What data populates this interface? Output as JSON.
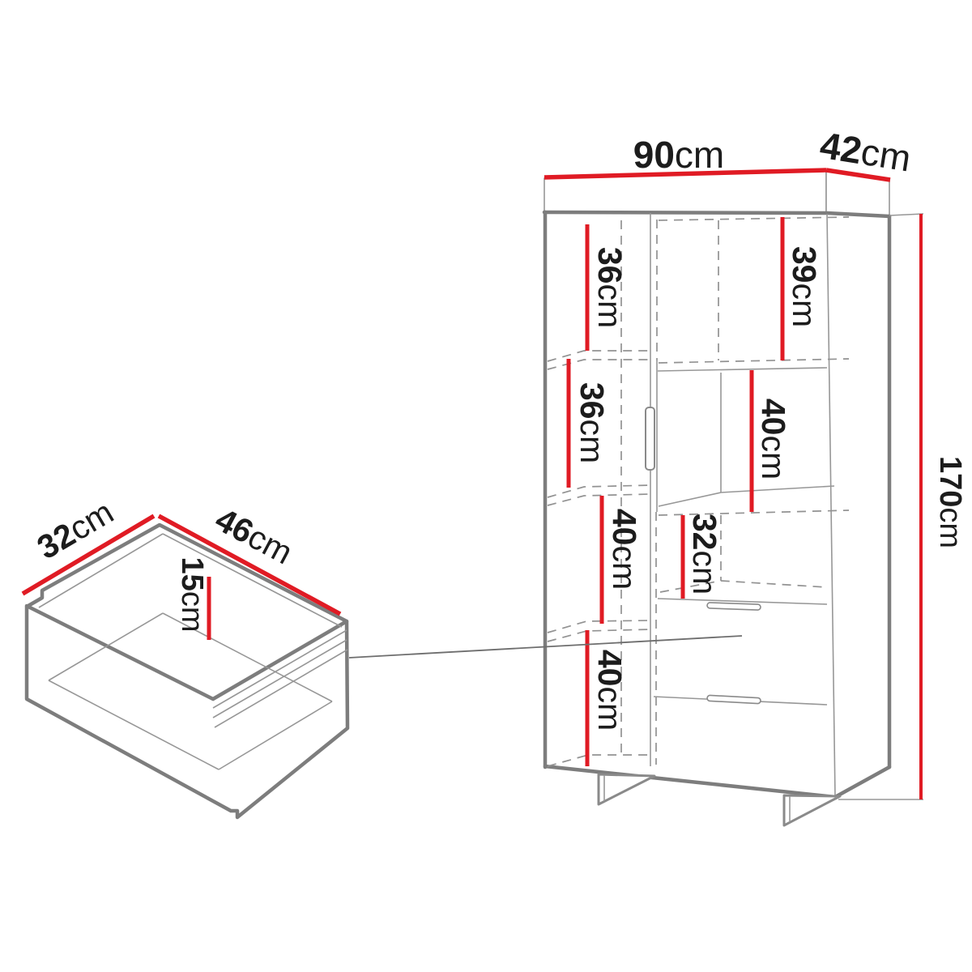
{
  "diagram": {
    "type": "furniture-dimension-drawing",
    "unit": "cm",
    "colors": {
      "dimension_red": "#e01b24",
      "outline_gray": "#7d7d7d",
      "line_gray": "#979797",
      "text": "#1c1c1c",
      "background": "#ffffff"
    },
    "cabinet": {
      "width": {
        "value": "90",
        "unit": "cm"
      },
      "depth": {
        "value": "42",
        "unit": "cm"
      },
      "height": {
        "value": "170",
        "unit": "cm"
      },
      "left_column_sections": [
        {
          "value": "36",
          "unit": "cm"
        },
        {
          "value": "36",
          "unit": "cm"
        },
        {
          "value": "40",
          "unit": "cm"
        },
        {
          "value": "40",
          "unit": "cm"
        }
      ],
      "right_column_sections": [
        {
          "value": "39",
          "unit": "cm"
        },
        {
          "value": "40",
          "unit": "cm"
        },
        {
          "value": "32",
          "unit": "cm"
        }
      ]
    },
    "drawer": {
      "depth": {
        "value": "32",
        "unit": "cm"
      },
      "width": {
        "value": "46",
        "unit": "cm"
      },
      "height": {
        "value": "15",
        "unit": "cm"
      }
    }
  }
}
